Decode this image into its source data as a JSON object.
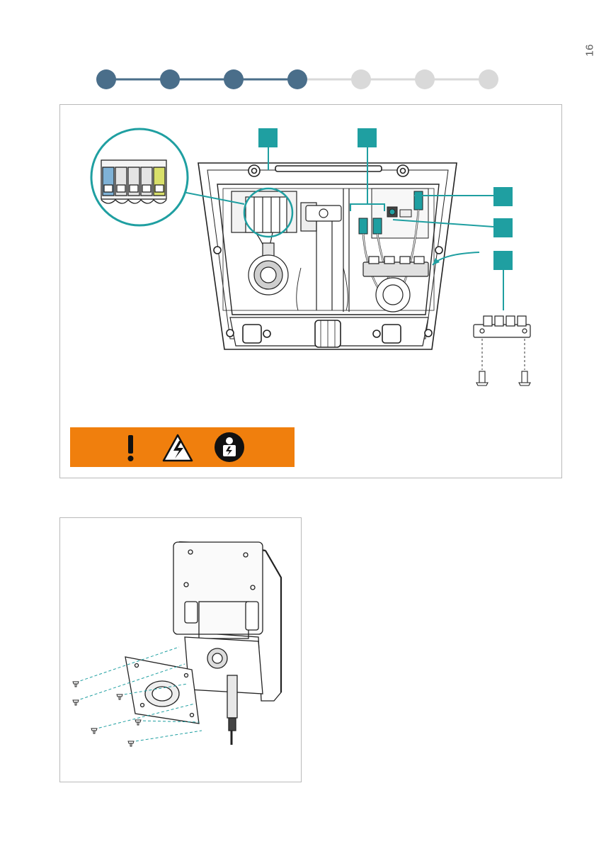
{
  "page": {
    "number": "16"
  },
  "progress": {
    "total_steps": 7,
    "current_step": 4,
    "active_color": "#4a6e8a",
    "inactive_color": "#d9d9d9"
  },
  "colors": {
    "accent_teal": "#1f9fa1",
    "warning_orange": "#f07f0d",
    "panel_border": "#b9b9b9"
  },
  "step_top": {
    "callouts": [
      {
        "name": "callout-1",
        "label": ""
      },
      {
        "name": "callout-2",
        "label": ""
      },
      {
        "name": "callout-3",
        "label": ""
      },
      {
        "name": "callout-4",
        "label": ""
      },
      {
        "name": "callout-5",
        "label": ""
      }
    ],
    "warning_icons": [
      "exclamation-icon",
      "electrical-hazard-icon",
      "qualified-electrician-icon"
    ]
  },
  "step_bottom": {
    "screw_count": 6
  }
}
